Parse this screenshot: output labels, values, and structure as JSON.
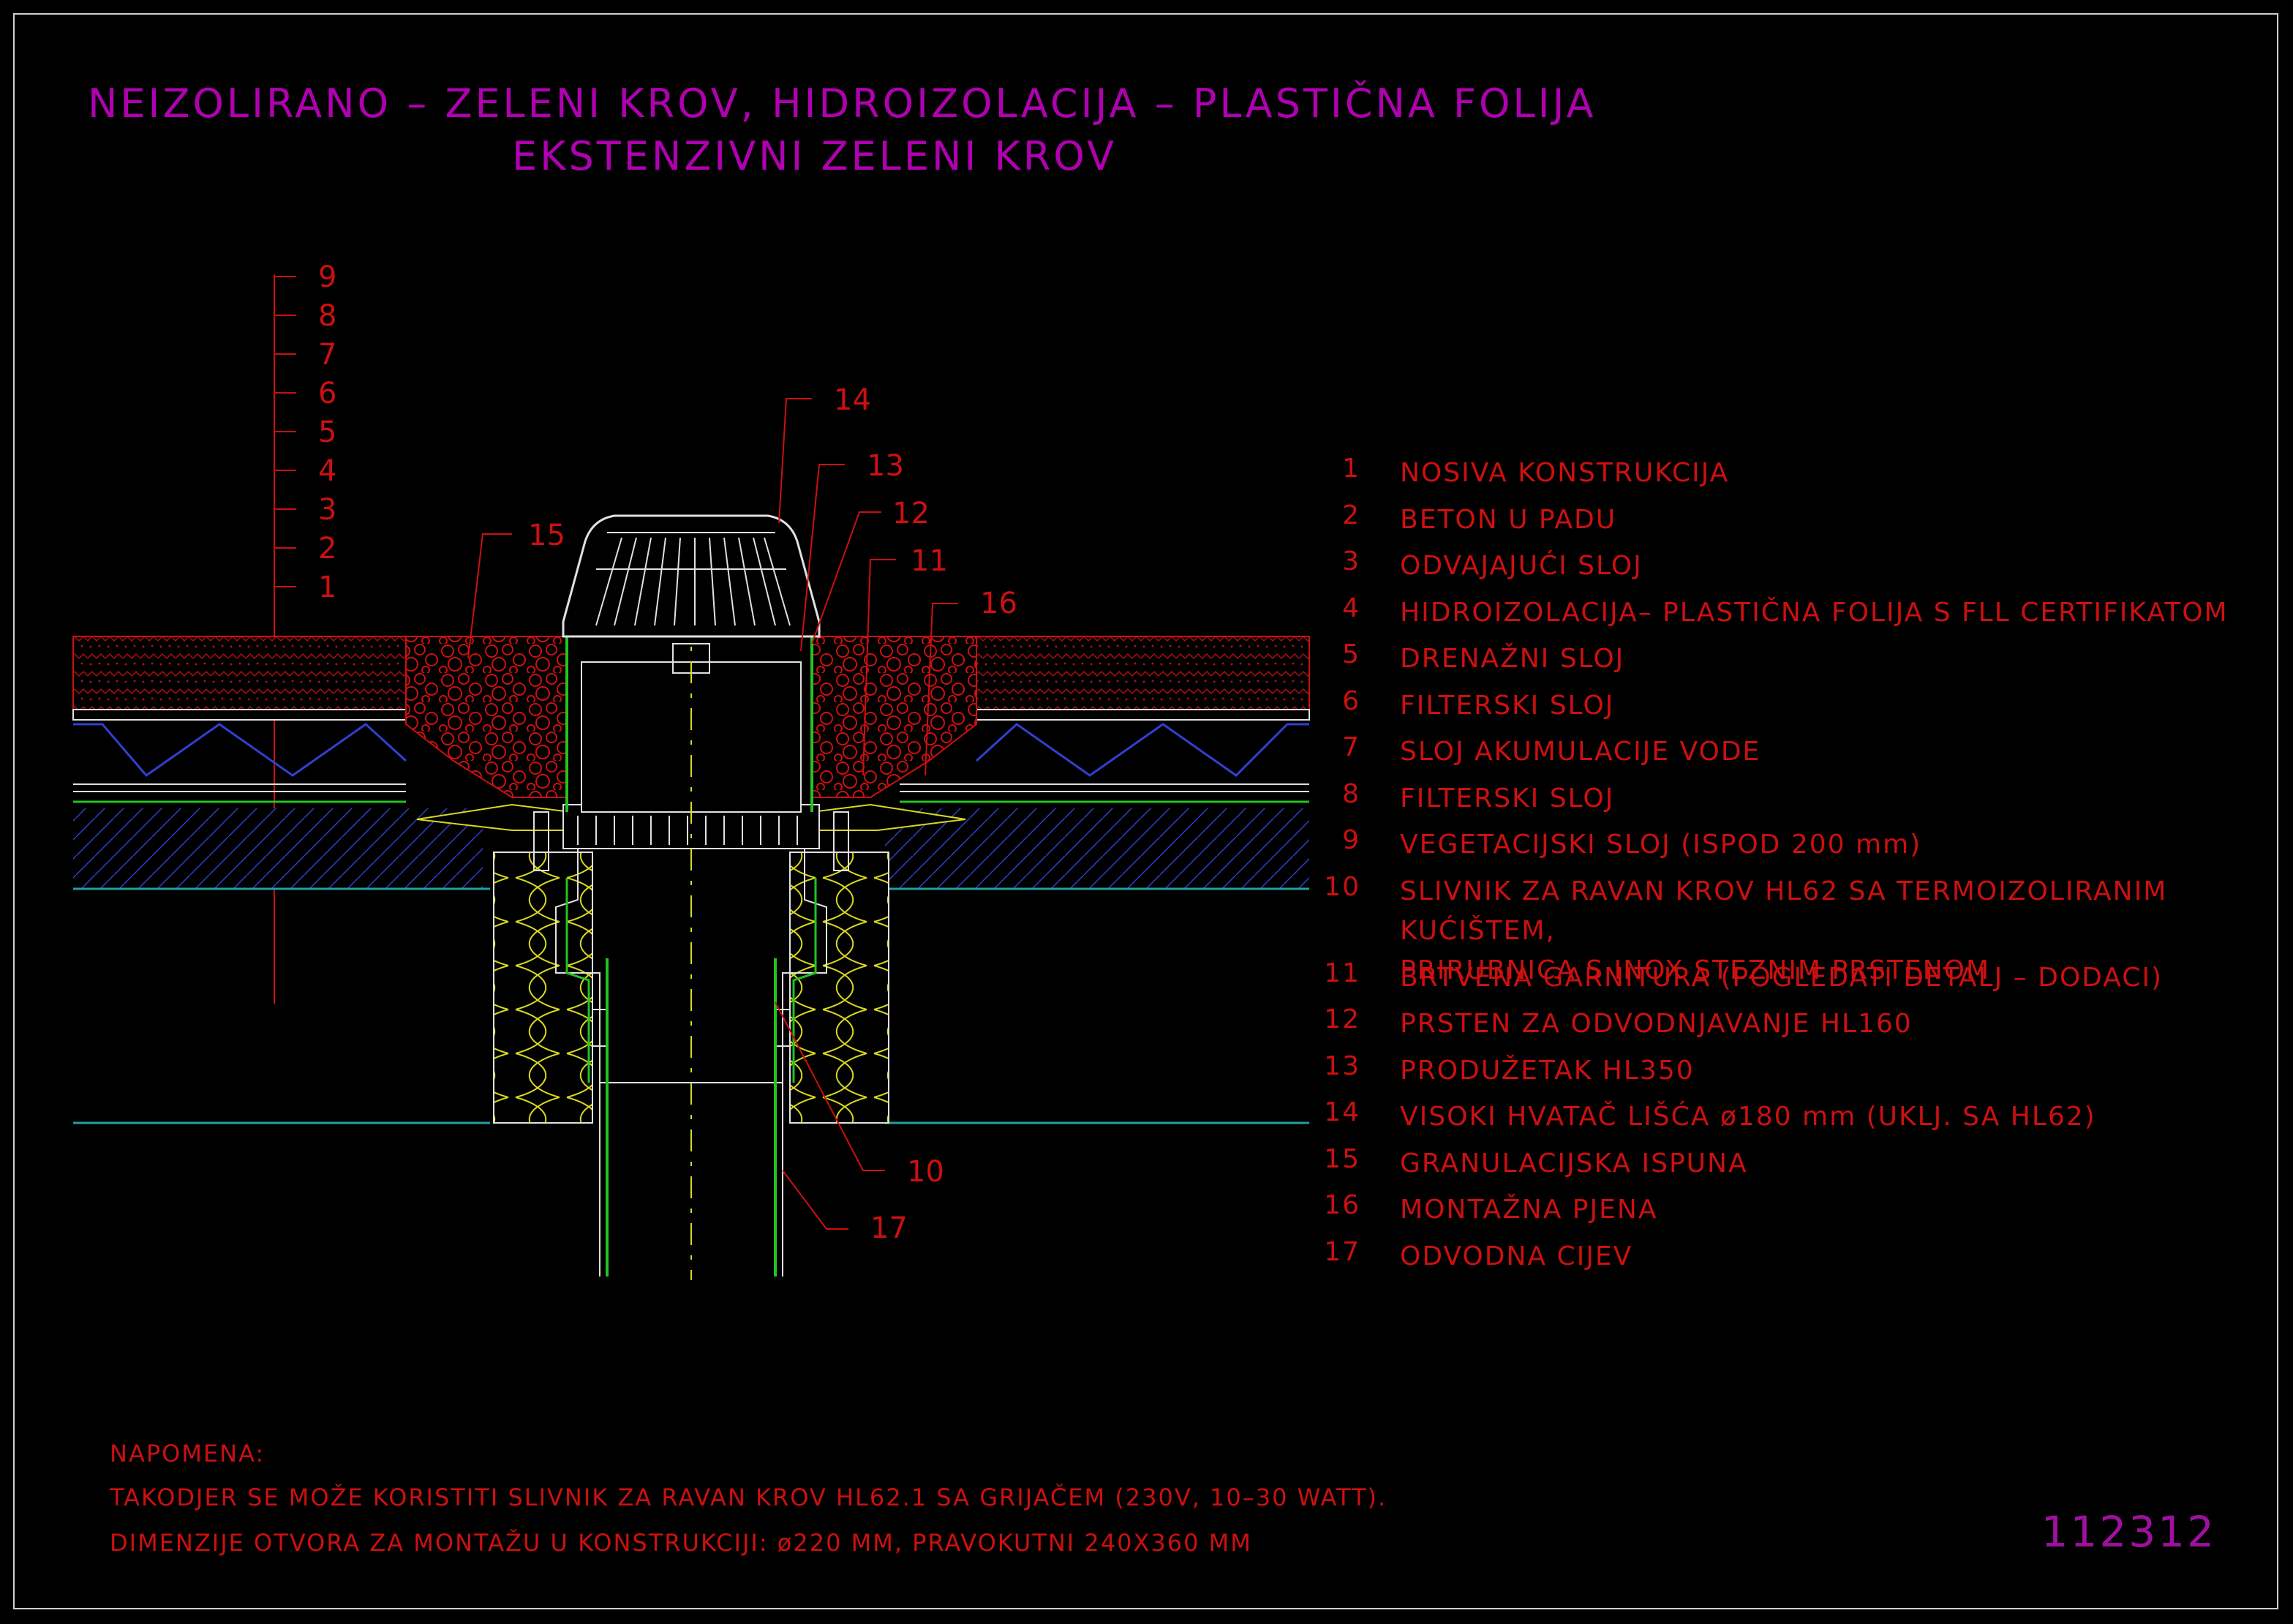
{
  "title": {
    "line1": "NEIZOLIRANO – ZELENI KROV, HIDROIZOLACIJA – PLASTIČNA FOLIJA",
    "line2": "EKSTENZIVNI ZELENI KROV"
  },
  "layer_scale": [
    "9",
    "8",
    "7",
    "6",
    "5",
    "4",
    "3",
    "2",
    "1"
  ],
  "callouts": [
    "14",
    "13",
    "12",
    "11",
    "15",
    "16",
    "10",
    "17"
  ],
  "legend": [
    {
      "num": "1",
      "text": "NOSIVA KONSTRUKCIJA"
    },
    {
      "num": "2",
      "text": "BETON U PADU"
    },
    {
      "num": "3",
      "text": "ODVAJAJUĆI SLOJ"
    },
    {
      "num": "4",
      "text": "HIDROIZOLACIJA– PLASTIČNA FOLIJA S FLL CERTIFIKATOM"
    },
    {
      "num": "5",
      "text": "DRENAŽNI SLOJ"
    },
    {
      "num": "6",
      "text": "FILTERSKI SLOJ"
    },
    {
      "num": "7",
      "text": "SLOJ AKUMULACIJE VODE"
    },
    {
      "num": "8",
      "text": "FILTERSKI SLOJ"
    },
    {
      "num": "9",
      "text": "VEGETACIJSKI SLOJ (ISPOD 200 mm)"
    },
    {
      "num": "10",
      "text": "SLIVNIK ZA RAVAN KROV HL62 SA TERMOIZOLIRANIM KUĆIŠTEM,\nPRIRUBNICA S INOX STEZNIM PRSTENOM"
    },
    {
      "num": "11",
      "text": "BRTVENA GARNITURA (POGLEDATI DETALJ – DODACI)"
    },
    {
      "num": "12",
      "text": "PRSTEN ZA ODVODNJAVANJE HL160"
    },
    {
      "num": "13",
      "text": "PRODUŽETAK HL350"
    },
    {
      "num": "14",
      "text": "VISOKI HVATAČ LIŠĆA ø180 mm (UKLJ. SA HL62)"
    },
    {
      "num": "15",
      "text": "GRANULACIJSKA ISPUNA"
    },
    {
      "num": "16",
      "text": "MONTAŽNA PJENA"
    },
    {
      "num": "17",
      "text": "ODVODNA CIJEV"
    }
  ],
  "notes": {
    "heading": "NAPOMENA:",
    "line1": "TAKODJER SE MOŽE KORISTITI SLIVNIK ZA RAVAN KROV HL62.1 SA GRIJAČEM (230V, 10–30 WATT).",
    "line2": "DIMENZIJE OTVORA ZA MONTAŽU U KONSTRUKCIJI: ø220 MM, PRAVOKUTNI 240X360 MM"
  },
  "drawing_code": "112312",
  "colors": {
    "background": "#000000",
    "title": "#b000b0",
    "text_red": "#cc1010",
    "line_green": "#22c322",
    "line_yellow": "#d8d820",
    "line_blue": "#3040d0",
    "line_cyan": "#20a0a0",
    "line_white": "#e0e0e0"
  }
}
